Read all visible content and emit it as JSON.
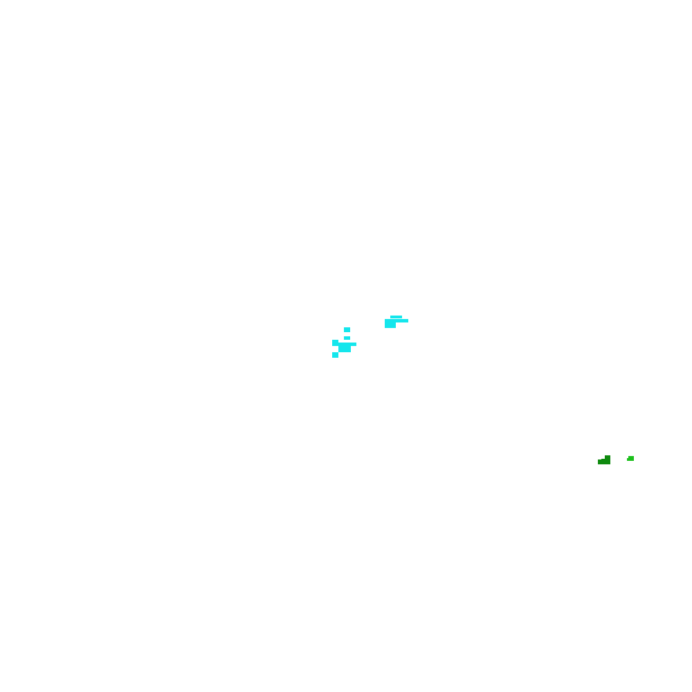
{
  "colors": {
    "background": "#ffffff",
    "cyan": "#14e6ec",
    "dark_green": "#0f8a0f",
    "light_green": "#1cc01c"
  },
  "clusters": [
    {
      "id": "cluster-cyan-upper",
      "color_key": "cyan"
    },
    {
      "id": "cluster-cyan-lower",
      "color_key": "cyan"
    },
    {
      "id": "cluster-green-left",
      "color_key": "dark_green"
    },
    {
      "id": "cluster-green-right",
      "color_key": "light_green"
    }
  ]
}
